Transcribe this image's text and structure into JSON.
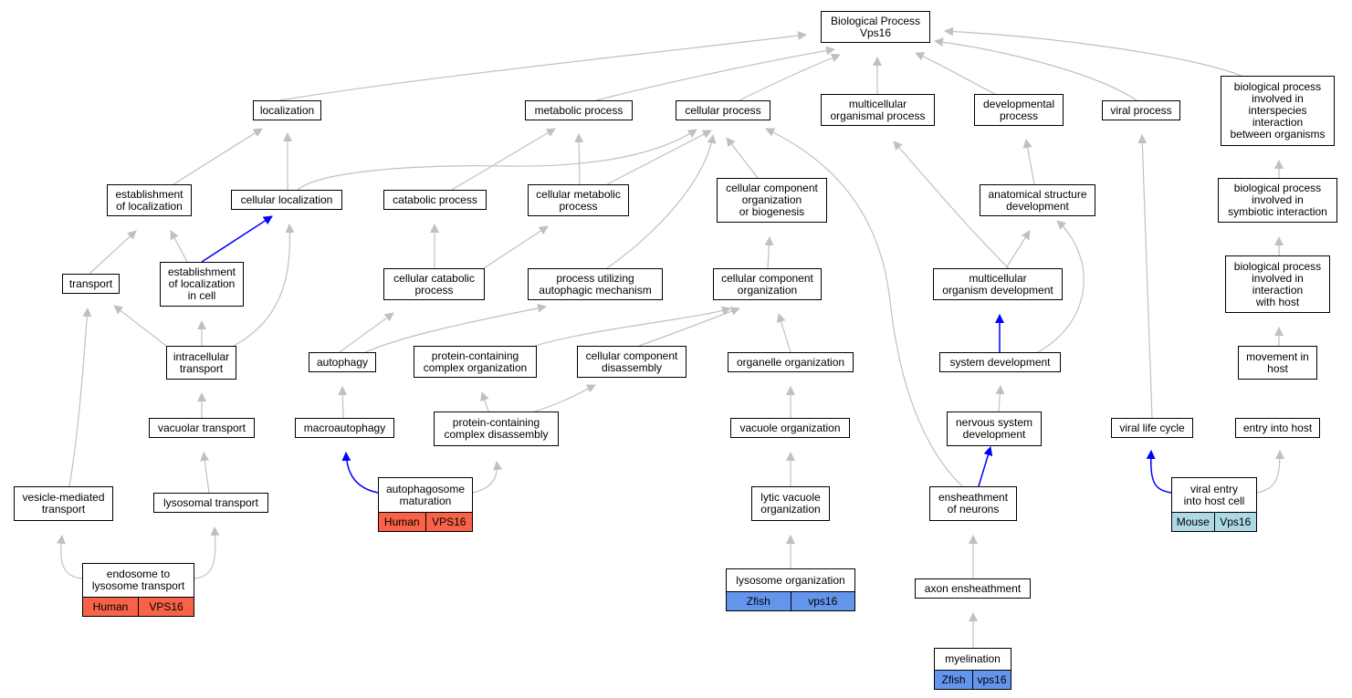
{
  "colors": {
    "edge": "#c0c0c0",
    "edge_highlight": "#0000ff",
    "human": "#f76248",
    "zfish": "#6495ed",
    "mouse": "#add8e6"
  },
  "nodes": {
    "root": {
      "label": "Biological Process\nVps16"
    },
    "localization": {
      "label": "localization"
    },
    "metabolic_process": {
      "label": "metabolic process"
    },
    "cellular_process": {
      "label": "cellular process"
    },
    "multicellular_organismal_process": {
      "label": "multicellular\norganismal process"
    },
    "developmental_process": {
      "label": "developmental\nprocess"
    },
    "viral_process": {
      "label": "viral process"
    },
    "bp_interspecies": {
      "label": "biological process\ninvolved in\ninterspecies\ninteraction\nbetween organisms"
    },
    "establishment_of_localization": {
      "label": "establishment\nof localization"
    },
    "cellular_localization": {
      "label": "cellular localization"
    },
    "catabolic_process": {
      "label": "catabolic process"
    },
    "cellular_metabolic_process": {
      "label": "cellular metabolic\nprocess"
    },
    "cellular_component_org_biogenesis": {
      "label": "cellular component\norganization\nor biogenesis"
    },
    "anatomical_structure_development": {
      "label": "anatomical structure\ndevelopment"
    },
    "bp_symbiotic": {
      "label": "biological process\ninvolved in\nsymbiotic interaction"
    },
    "transport": {
      "label": "transport"
    },
    "establishment_of_localization_in_cell": {
      "label": "establishment\nof localization\nin cell"
    },
    "cellular_catabolic_process": {
      "label": "cellular catabolic\nprocess"
    },
    "process_utilizing_autophagic": {
      "label": "process utilizing\nautophagic mechanism"
    },
    "cellular_component_organization": {
      "label": "cellular component\norganization"
    },
    "multicellular_organism_development": {
      "label": "multicellular\norganism development"
    },
    "bp_interaction_with_host": {
      "label": "biological process\ninvolved in\ninteraction\nwith host"
    },
    "intracellular_transport": {
      "label": "intracellular\ntransport"
    },
    "autophagy": {
      "label": "autophagy"
    },
    "protein_containing_complex_organization": {
      "label": "protein-containing\ncomplex organization"
    },
    "cellular_component_disassembly": {
      "label": "cellular component\ndisassembly"
    },
    "organelle_organization": {
      "label": "organelle organization"
    },
    "system_development": {
      "label": "system development"
    },
    "movement_in_host": {
      "label": "movement in\nhost"
    },
    "vacuolar_transport": {
      "label": "vacuolar transport"
    },
    "macroautophagy": {
      "label": "macroautophagy"
    },
    "protein_containing_complex_disassembly": {
      "label": "protein-containing\ncomplex disassembly"
    },
    "vacuole_organization": {
      "label": "vacuole organization"
    },
    "nervous_system_development": {
      "label": "nervous system\ndevelopment"
    },
    "viral_life_cycle": {
      "label": "viral life cycle"
    },
    "entry_into_host": {
      "label": "entry into host"
    },
    "vesicle_mediated_transport": {
      "label": "vesicle-mediated\ntransport"
    },
    "lysosomal_transport": {
      "label": "lysosomal transport"
    },
    "autophagosome_maturation": {
      "label": "autophagosome\nmaturation",
      "tags": [
        "Human",
        "VPS16"
      ],
      "tag_color": "human"
    },
    "lytic_vacuole_organization": {
      "label": "lytic vacuole\norganization"
    },
    "ensheathment_of_neurons": {
      "label": "ensheathment\nof neurons"
    },
    "viral_entry_into_host_cell": {
      "label": "viral entry\ninto host cell",
      "tags": [
        "Mouse",
        "Vps16"
      ],
      "tag_color": "mouse"
    },
    "endosome_to_lysosome_transport": {
      "label": "endosome to\nlysosome transport",
      "tags": [
        "Human",
        "VPS16"
      ],
      "tag_color": "human"
    },
    "lysosome_organization": {
      "label": "lysosome organization",
      "tags": [
        "Zfish",
        "vps16"
      ],
      "tag_color": "zfish"
    },
    "axon_ensheathment": {
      "label": "axon ensheathment"
    },
    "myelination": {
      "label": "myelination",
      "tags": [
        "Zfish",
        "vps16"
      ],
      "tag_color": "zfish"
    }
  }
}
